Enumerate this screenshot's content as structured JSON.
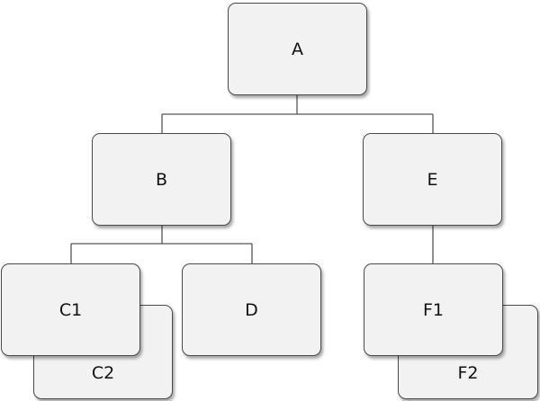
{
  "nodes": {
    "a": "A",
    "b": "B",
    "e": "E",
    "c1": "C1",
    "c2": "C2",
    "d": "D",
    "f1": "F1",
    "f2": "F2"
  }
}
